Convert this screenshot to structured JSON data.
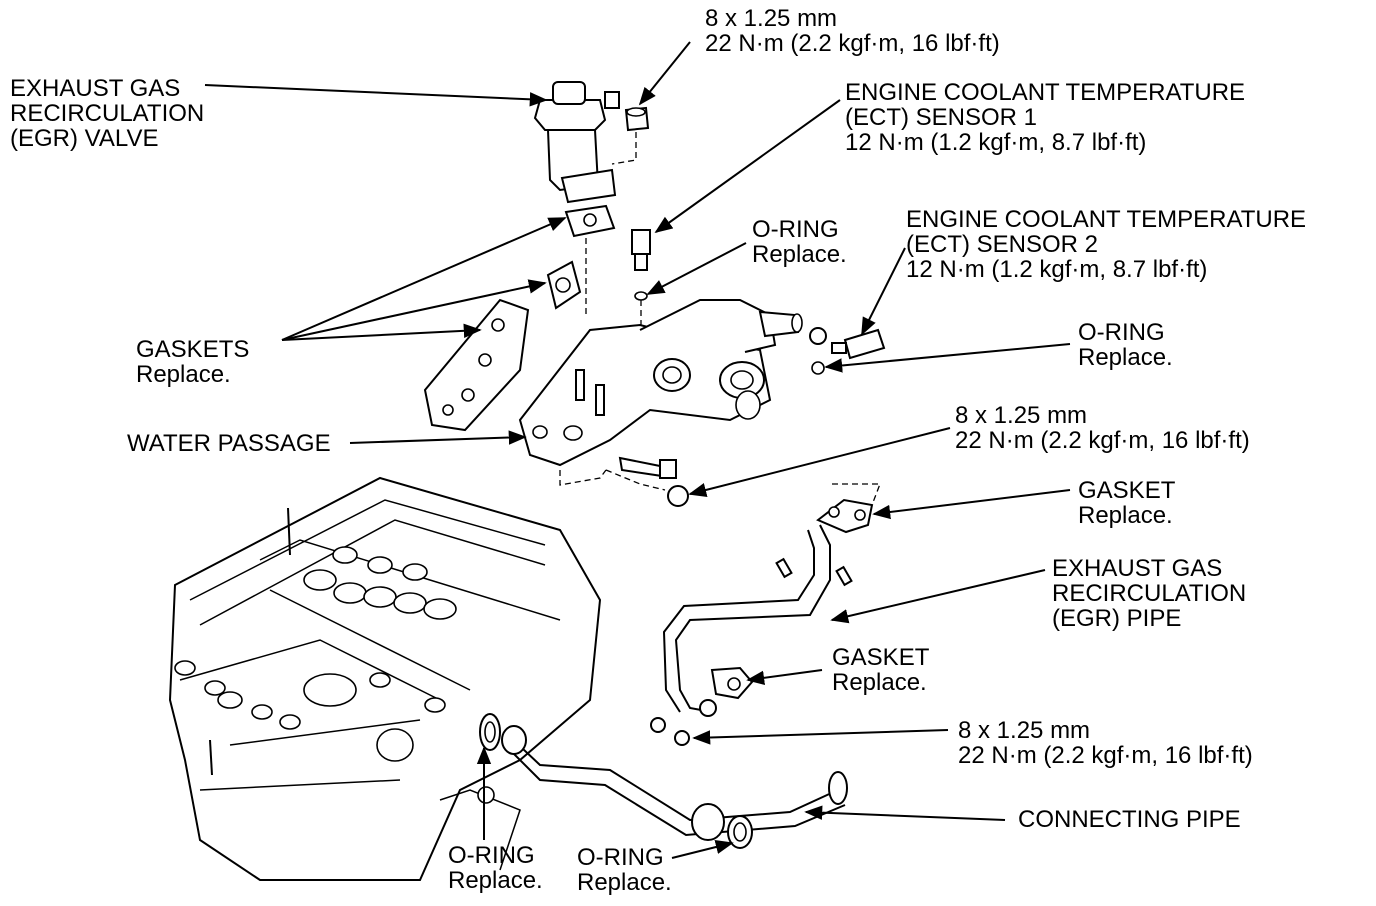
{
  "labels": {
    "egr_valve": [
      "EXHAUST GAS",
      "RECIRCULATION",
      "(EGR) VALVE"
    ],
    "bolt_top": [
      "8 x 1.25 mm",
      "22 N·m (2.2 kgf·m, 16 lbf·ft)"
    ],
    "ect1": [
      "ENGINE COOLANT TEMPERATURE",
      "(ECT) SENSOR 1",
      "12 N·m (1.2 kgf·m, 8.7 lbf·ft)"
    ],
    "oring_upper": [
      "O-RING",
      "Replace."
    ],
    "ect2": [
      "ENGINE COOLANT TEMPERATURE",
      "(ECT) SENSOR 2",
      "12 N·m (1.2 kgf·m, 8.7 lbf·ft)"
    ],
    "oring_right": [
      "O-RING",
      "Replace."
    ],
    "gaskets": [
      "GASKETS",
      "Replace."
    ],
    "water_passage": [
      "WATER PASSAGE"
    ],
    "bolt_mid": [
      "8 x 1.25 mm",
      "22 N·m (2.2 kgf·m, 16 lbf·ft)"
    ],
    "gasket_upper": [
      "GASKET",
      "Replace."
    ],
    "egr_pipe": [
      "EXHAUST GAS",
      "RECIRCULATION",
      "(EGR) PIPE"
    ],
    "gasket_lower": [
      "GASKET",
      "Replace."
    ],
    "bolt_low": [
      "8 x 1.25 mm",
      "22 N·m (2.2 kgf·m, 16 lbf·ft)"
    ],
    "connecting_pipe": [
      "CONNECTING PIPE"
    ],
    "oring_bottom_left": [
      "O-RING",
      "Replace."
    ],
    "oring_bottom_right": [
      "O-RING",
      "Replace."
    ]
  },
  "colors": {
    "ink": "#000000",
    "paper": "#ffffff"
  }
}
